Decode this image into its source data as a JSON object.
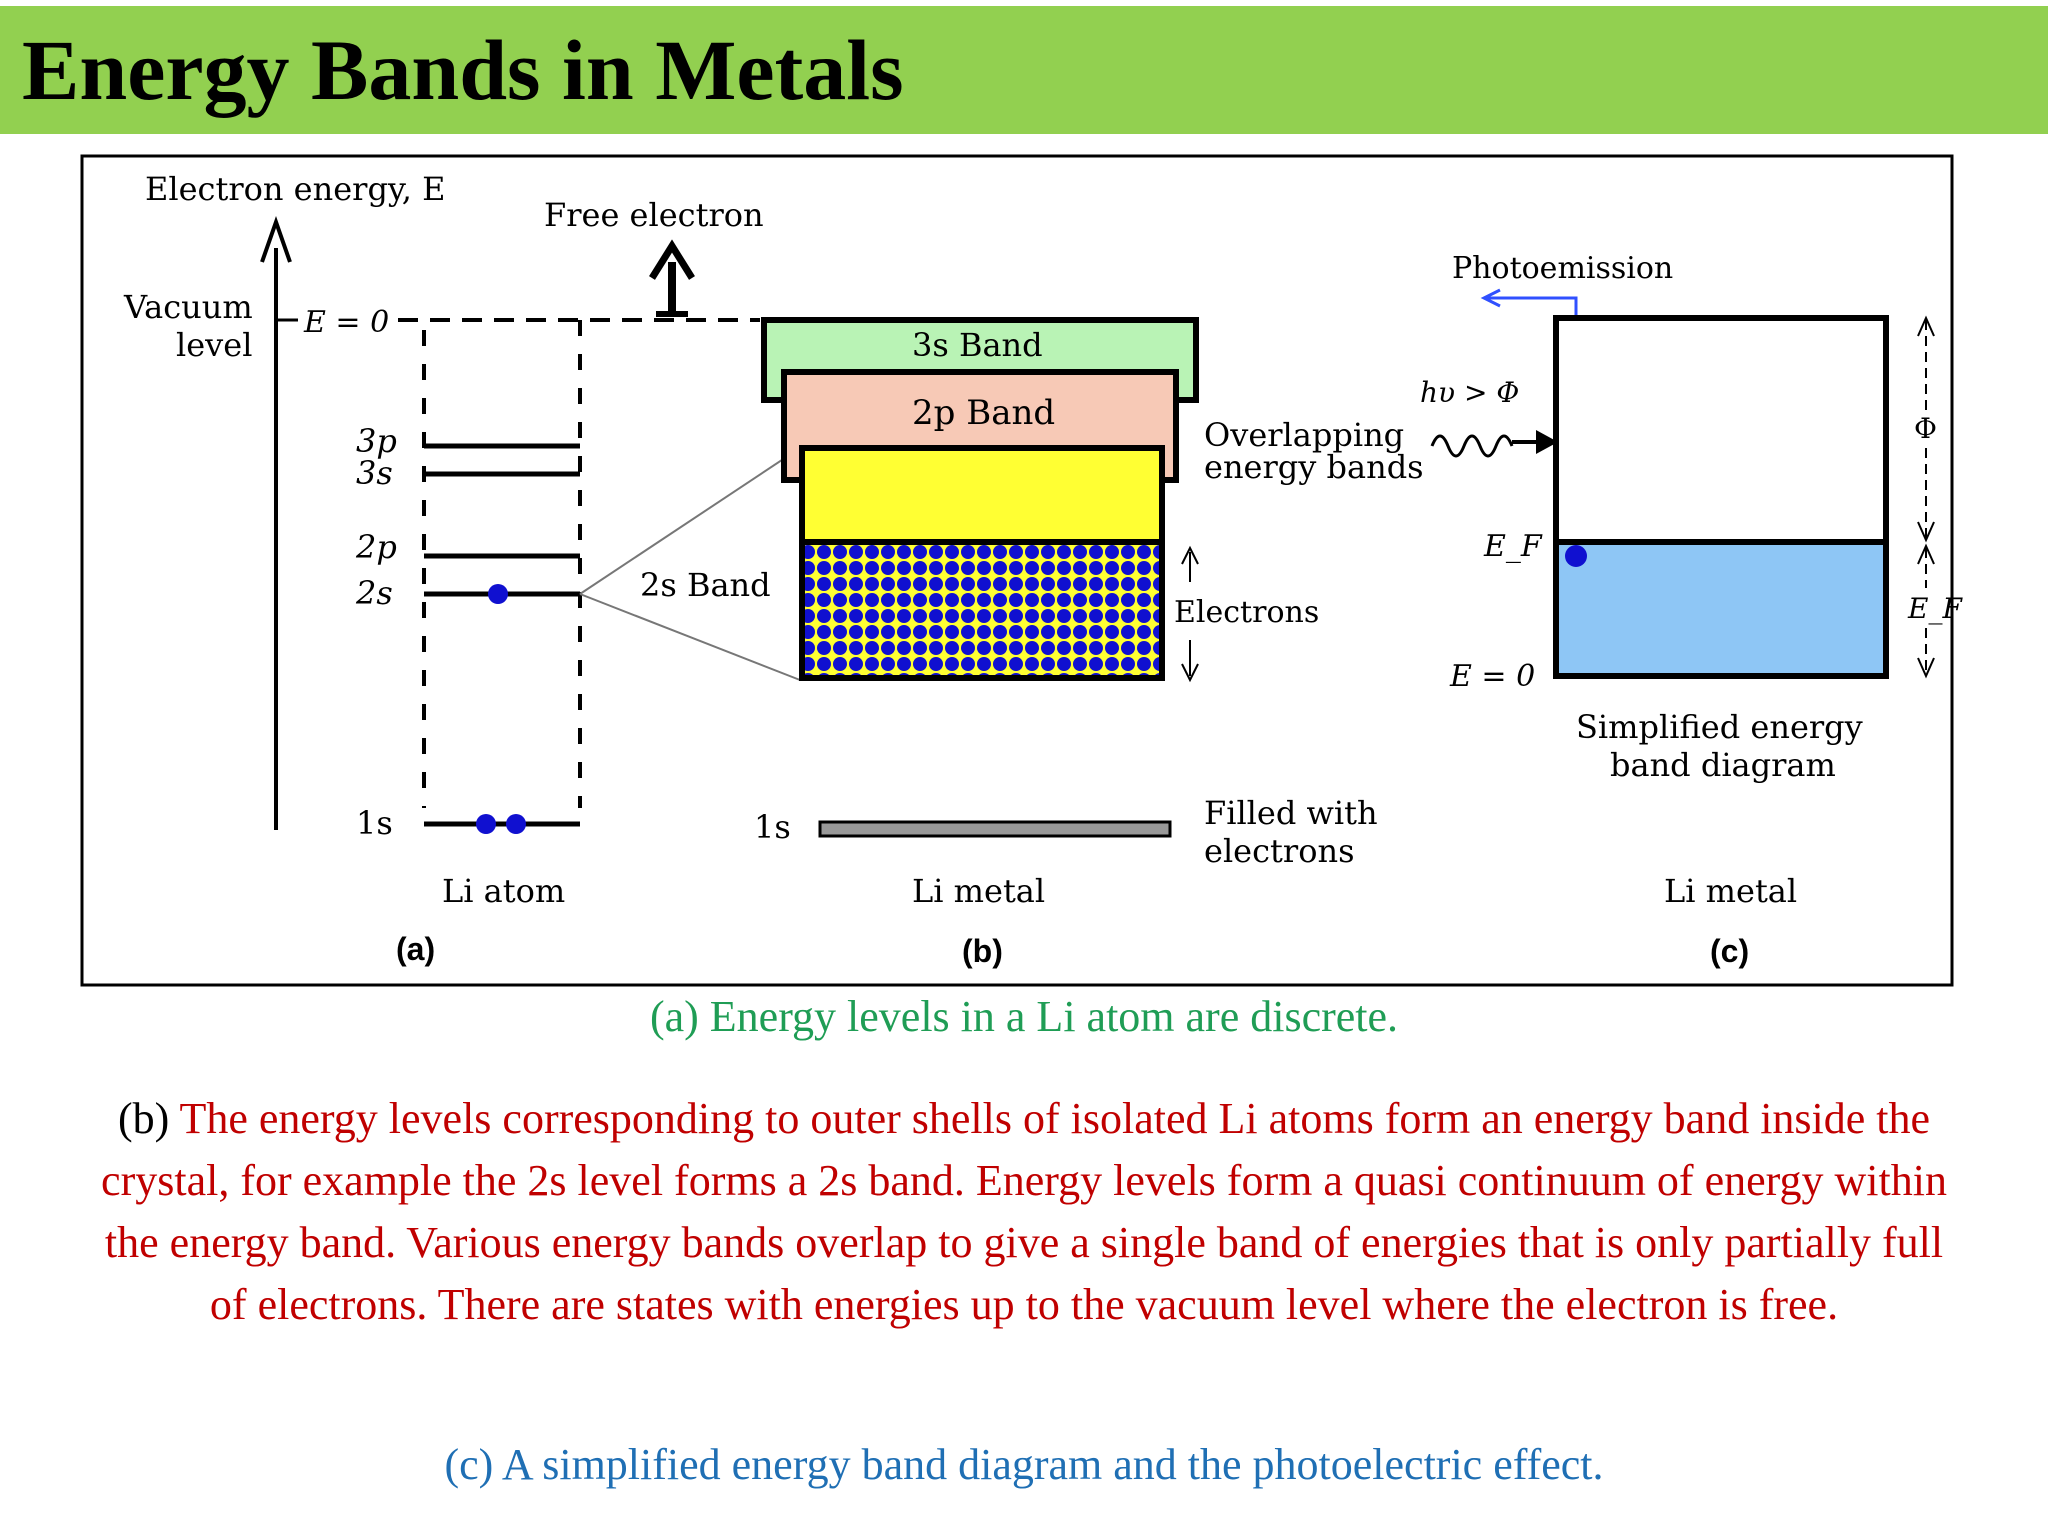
{
  "title": "Energy Bands in Metals",
  "figure": {
    "panel_a": {
      "axis_label": "Electron energy, E",
      "vacuum_label_1": "Vacuum",
      "vacuum_label_2": "level",
      "e_zero": "E = 0",
      "free_electron": "Free electron",
      "levels": [
        "3p",
        "3s",
        "2p",
        "2s",
        "1s"
      ],
      "band_2s_label": "2s Band",
      "atom_label": "Li atom",
      "panel_letter": "(a)"
    },
    "panel_b": {
      "band_3s": "3s Band",
      "band_2p": "2p Band",
      "overlap_1": "Overlapping",
      "overlap_2": "energy bands",
      "electrons": "Electrons",
      "level_1s": "1s",
      "filled_1": "Filled with",
      "filled_2": "electrons",
      "metal_label": "Li metal",
      "panel_letter": "(b)"
    },
    "panel_c": {
      "photoemission": "Photoemission",
      "photon": "hυ > Φ",
      "fermi": "E_F",
      "e_zero": "E = 0",
      "phi": "Φ",
      "fermi_right": "E_F",
      "simplified_1": "Simplified energy",
      "simplified_2": "band diagram",
      "metal_label": "Li metal",
      "panel_letter": "(c)"
    },
    "colors": {
      "band_3s": "#b9f3b5",
      "band_2p": "#f7c9b6",
      "band_2s_empty": "#ffff33",
      "electron": "#1010d0",
      "metal_fill": "#8ec6f5",
      "photo_line": "#3050ff"
    }
  },
  "captions": {
    "a": "(a)  Energy levels in a Li atom are discrete.",
    "b_lead": "(b)",
    "b_body": "The energy levels corresponding to outer shells of isolated Li atoms form an energy band inside the crystal, for example the 2s level forms a 2s band. Energy levels form a quasi continuum of energy within the energy band. Various energy bands overlap to give a single band of energies that is only partially full of electrons. There are states with energies up to the vacuum level where the electron is free.",
    "c": "(c) A simplified energy band diagram and the photoelectric effect."
  }
}
